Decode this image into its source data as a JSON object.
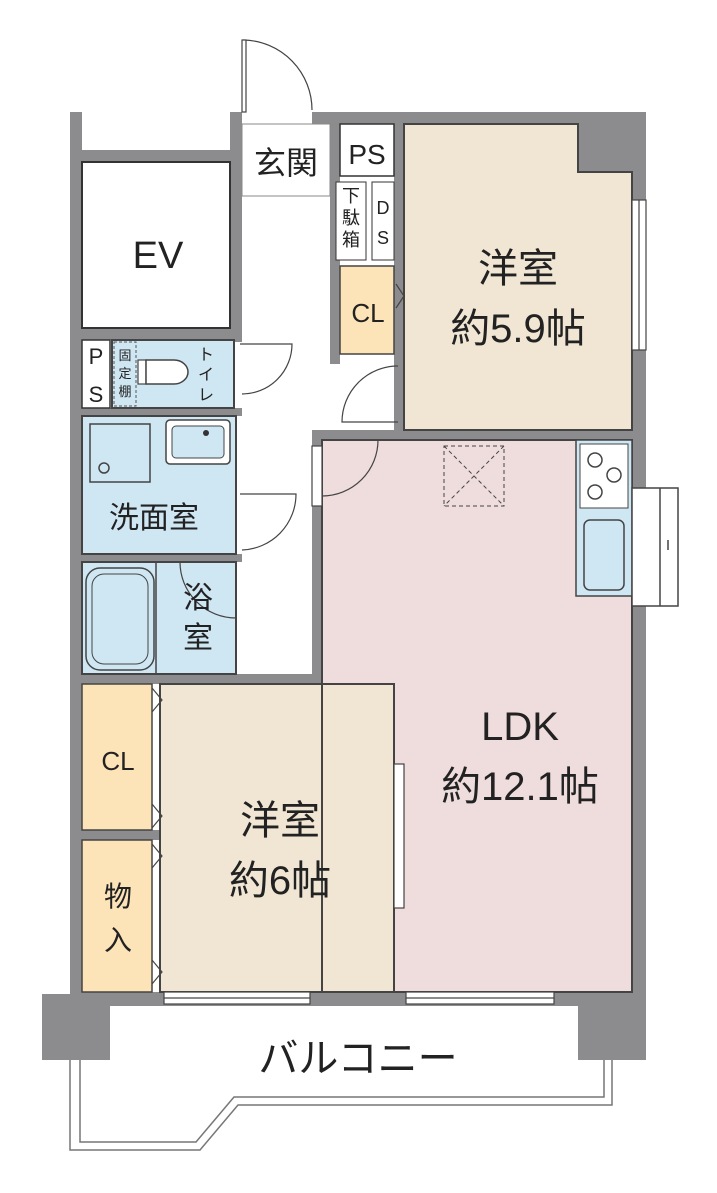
{
  "rooms": {
    "entrance": "玄関",
    "ps_top": "PS",
    "shoe_box": [
      "下",
      "駄",
      "箱"
    ],
    "ds": [
      "D",
      "S"
    ],
    "ev": "EV",
    "cl_top": "CL",
    "western_room_1": {
      "name": "洋室",
      "size": "約5.9帖"
    },
    "ps_left": [
      "P",
      "S"
    ],
    "fixed_shelf": [
      "固",
      "定",
      "棚"
    ],
    "toilet": [
      "ト",
      "イ",
      "レ"
    ],
    "washroom": "洗面室",
    "bath": [
      "浴",
      "室"
    ],
    "ldk": {
      "name": "LDK",
      "size": "約12.1帖"
    },
    "cl_left": "CL",
    "storage": [
      "物",
      "入"
    ],
    "western_room_2": {
      "name": "洋室",
      "size": "約6帖"
    },
    "balcony": "バルコニー"
  },
  "colors": {
    "wall": "#8c8c8e",
    "western_room": "#f1e6d4",
    "ldk": "#efdcdc",
    "closet": "#fce3b8",
    "wet_area": "#cfe6f3",
    "hall": "#ffffff"
  }
}
